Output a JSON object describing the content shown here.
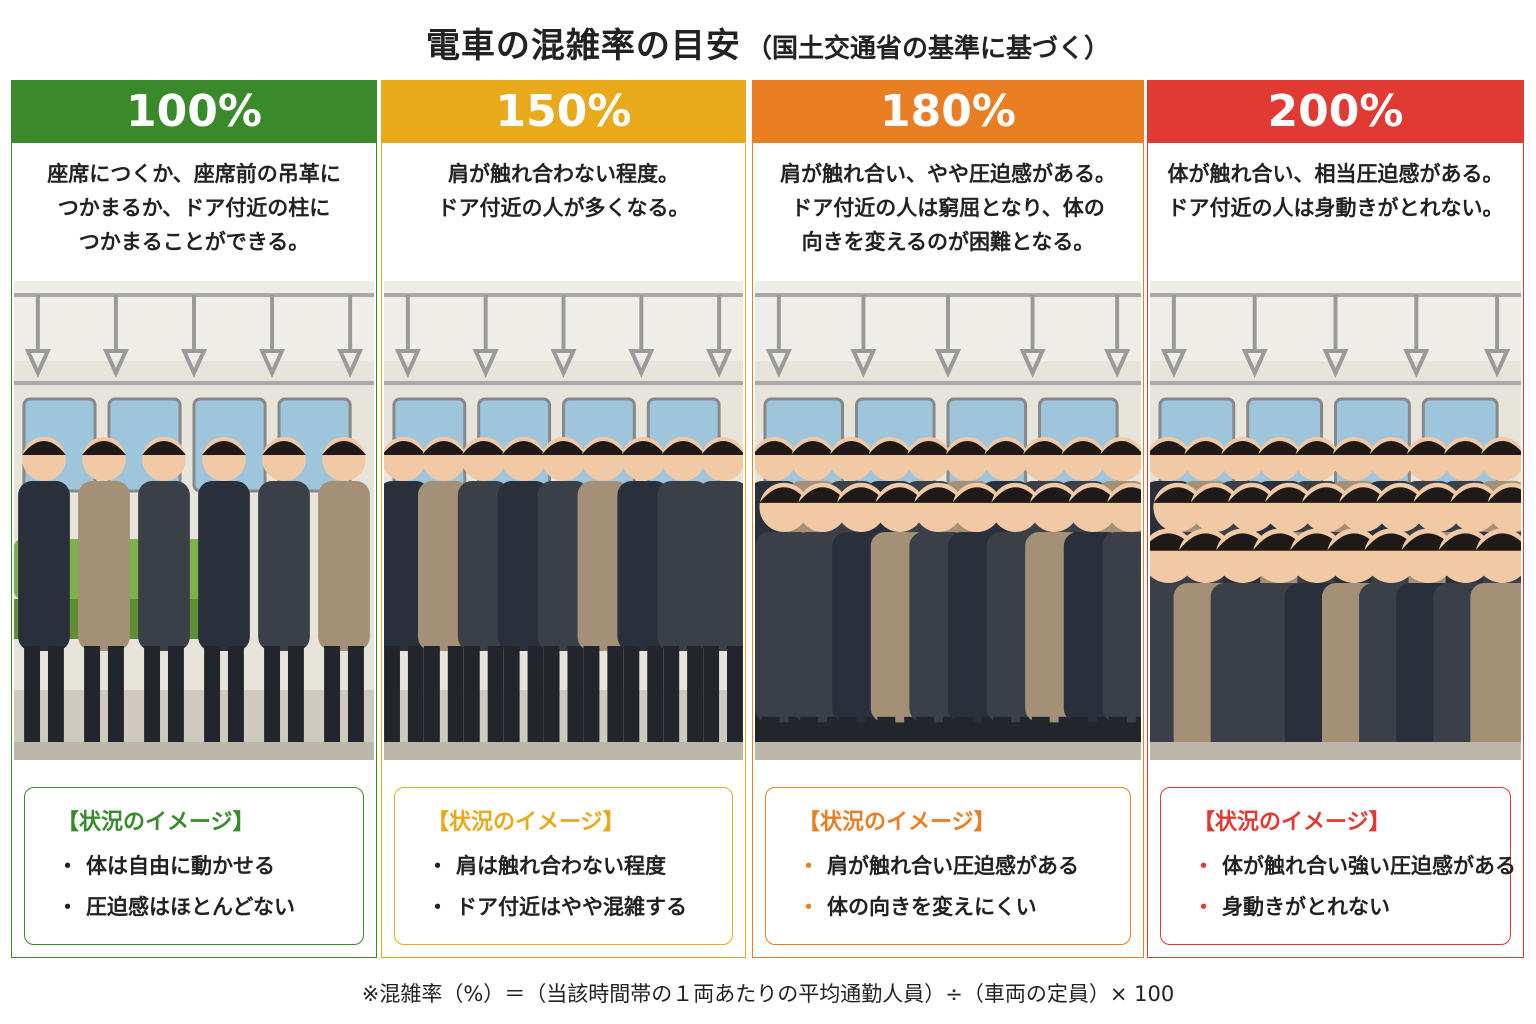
{
  "title": {
    "main": "電車の混雑率の目安",
    "sub": "（国土交通省の基準に基づく）"
  },
  "box_heading": "【状況のイメージ】",
  "bullet": "・",
  "panels": [
    {
      "percent": "100%",
      "color": "#3a8a2c",
      "desc": [
        "座席につくか、座席前の吊革に",
        "つかまるか、ドア付近の柱に",
        "つかまることができる。"
      ],
      "items": [
        "体は自由に動かせる",
        "圧迫感はほとんどない"
      ],
      "image": "sparse-train-car-illustration"
    },
    {
      "percent": "150%",
      "color": "#e8a91b",
      "desc": [
        "肩が触れ合わない程度。",
        "ドア付近の人が多くなる。"
      ],
      "items": [
        "肩は触れ合わない程度",
        "ドア付近はやや混雑する"
      ],
      "image": "moderate-train-car-illustration"
    },
    {
      "percent": "180%",
      "color": "#ea7e22",
      "desc": [
        "肩が触れ合い、やや圧迫感がある。",
        "ドア付近の人は窮屈となり、体の",
        "向きを変えるのが困難となる。"
      ],
      "items": [
        "肩が触れ合い圧迫感がある",
        "体の向きを変えにくい"
      ],
      "image": "crowded-train-car-illustration"
    },
    {
      "percent": "200%",
      "color": "#e03a32",
      "desc": [
        "体が触れ合い、相当圧迫感がある。",
        "ドア付近の人は身動きがとれない。"
      ],
      "items": [
        "体が触れ合い強い圧迫感がある",
        "身動きがとれない"
      ],
      "image": "packed-train-car-illustration"
    }
  ],
  "footnote": "※混雑率（%）＝（当該時間帯の１両あたりの平均通勤人員）÷（車両の定員）× 100"
}
